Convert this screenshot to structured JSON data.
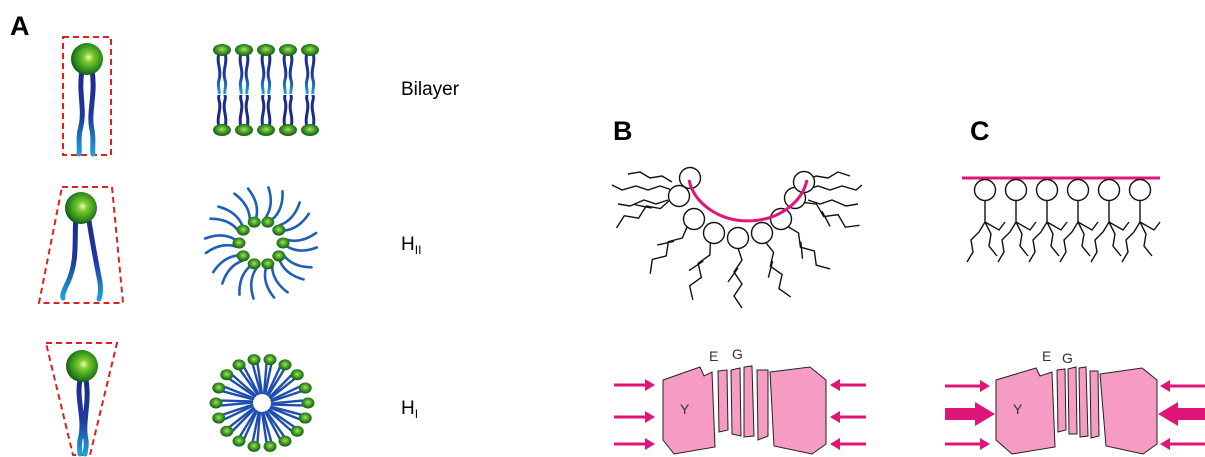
{
  "panels": {
    "a": "A",
    "b": "B",
    "c": "C"
  },
  "phases": {
    "bilayer": "Bilayer",
    "hii_base": "H",
    "hii_sub": "II",
    "hi_base": "H",
    "hi_sub": "I"
  },
  "protein": {
    "y": "Y",
    "e": "E",
    "g": "G"
  },
  "colors": {
    "headgroup": "#2e8b1e",
    "tail_dark": "#1c2a8a",
    "tail_light": "#1fa2d6",
    "outline_dashed": "#e02020",
    "membrane_line": "#e0157a",
    "protein_fill": "#f59bc4",
    "arrow": "#e0157a"
  }
}
